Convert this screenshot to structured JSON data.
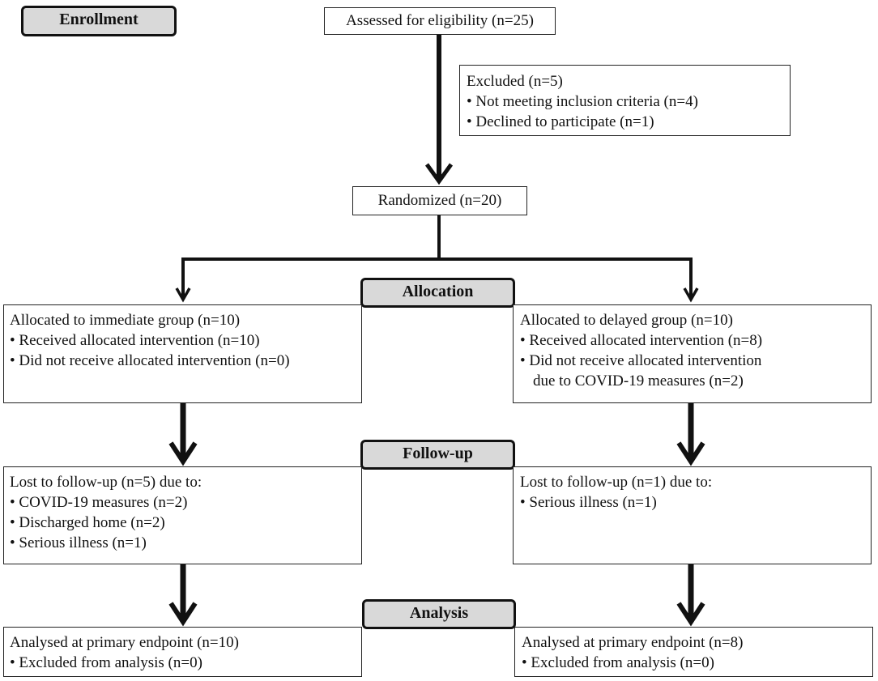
{
  "stages": {
    "enrollment": "Enrollment",
    "allocation": "Allocation",
    "follow_up": "Follow-up",
    "analysis": "Analysis"
  },
  "assessed": "Assessed for eligibility (n=25)",
  "excluded": {
    "title": "Excluded (n=5)",
    "items": [
      "• Not meeting inclusion criteria (n=4)",
      "• Declined to participate (n=1)"
    ]
  },
  "randomized": "Randomized (n=20)",
  "allocation": {
    "immediate": {
      "title": "Allocated to immediate group (n=10)",
      "items": [
        "• Received allocated intervention (n=10)",
        "• Did not receive allocated intervention (n=0)"
      ]
    },
    "delayed": {
      "title": "Allocated to delayed group (n=10)",
      "items": [
        "• Received allocated intervention (n=8)",
        "• Did not receive allocated intervention",
        "due to COVID-19 measures (n=2)"
      ]
    }
  },
  "follow_up": {
    "immediate": {
      "title": "Lost to follow-up (n=5) due to:",
      "items": [
        "• COVID-19 measures (n=2)",
        "• Discharged home (n=2)",
        "• Serious illness (n=1)"
      ]
    },
    "delayed": {
      "title": "Lost to follow-up (n=1) due to:",
      "items": [
        "• Serious illness (n=1)"
      ]
    }
  },
  "analysis": {
    "immediate": {
      "title": "Analysed at primary endpoint (n=10)",
      "items": [
        "• Excluded from analysis (n=0)"
      ]
    },
    "delayed": {
      "title": "Analysed at primary endpoint (n=8)",
      "items": [
        "• Excluded from analysis (n=0)"
      ]
    }
  }
}
